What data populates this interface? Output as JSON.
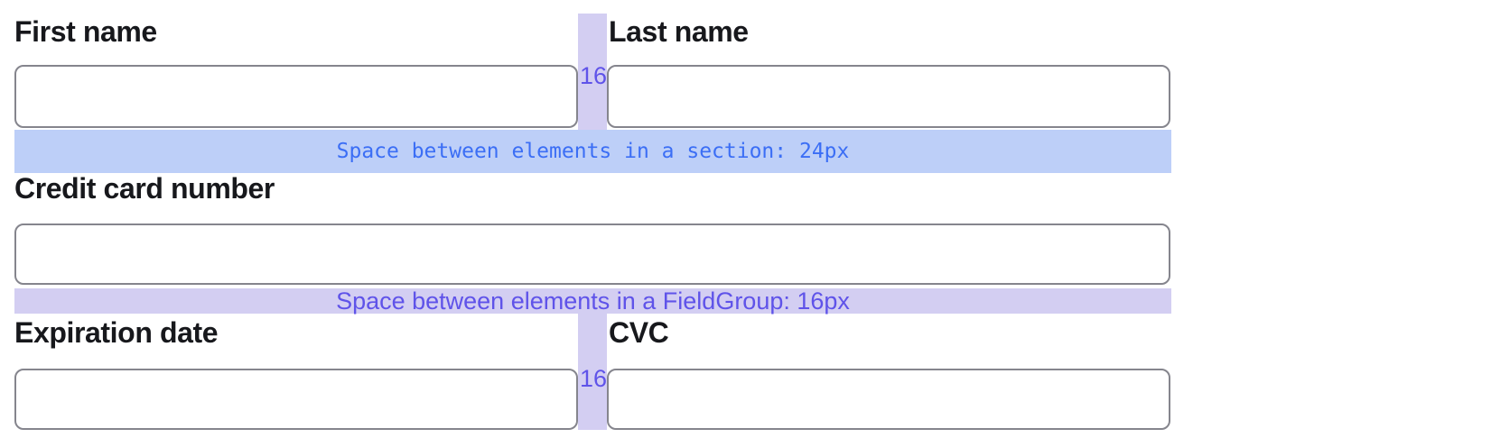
{
  "fields": {
    "first_name": {
      "label": "First name",
      "value": "",
      "placeholder": ""
    },
    "last_name": {
      "label": "Last name",
      "value": "",
      "placeholder": ""
    },
    "card_number": {
      "label": "Credit card number",
      "value": "",
      "placeholder": ""
    },
    "expiration": {
      "label": "Expiration date",
      "value": "",
      "placeholder": ""
    },
    "cvc": {
      "label": "CVC",
      "value": "",
      "placeholder": ""
    }
  },
  "annotations": {
    "section_spacing": "Space between elements in a section: 24px",
    "fieldgroup_spacing": "Space between elements in a FieldGroup: 16px",
    "horizontal_gap_top": "16",
    "horizontal_gap_bottom": "16"
  },
  "colors": {
    "section_band_bg": "#bdcff8",
    "section_band_text": "#3b6ef5",
    "fieldgroup_band_bg": "#d3cef2",
    "fieldgroup_band_text": "#5f53e9",
    "gap_strip_bg": "#d3cef2",
    "gap_number_text": "#5f53e9",
    "input_border": "#85858d",
    "label_text": "#17181c"
  }
}
